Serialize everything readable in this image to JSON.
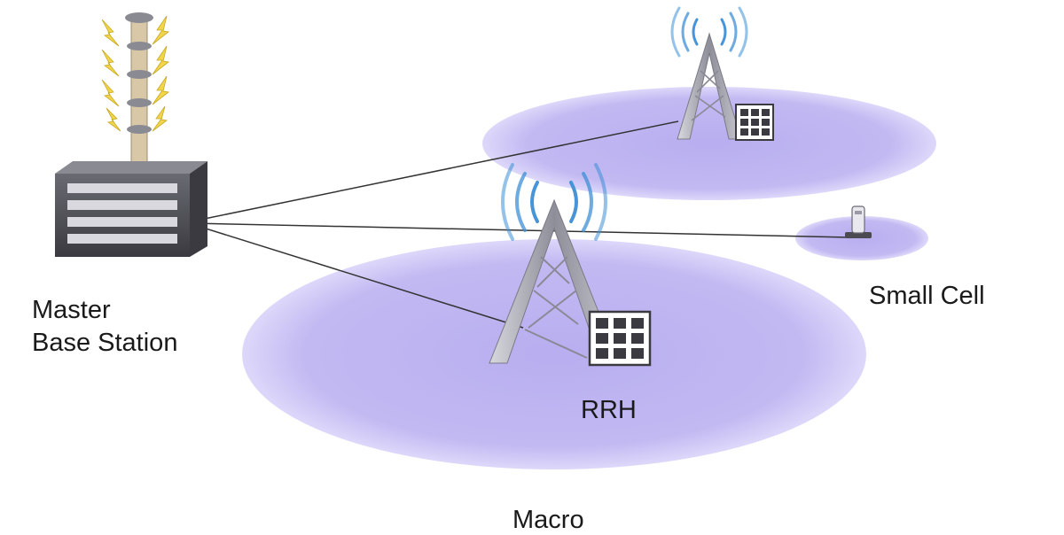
{
  "labels": {
    "master_base_station": [
      "Master",
      "Base Station"
    ],
    "small_cell": "Small Cell",
    "rrh": "RRH",
    "macro": "Macro"
  },
  "icons": {
    "master_base_station": "server-rack-with-antenna-icon",
    "rrh_tower": "cell-tower-icon",
    "building": "building-icon",
    "small_cell": "small-cell-device-icon",
    "signal": "radio-waves-icon"
  },
  "colors": {
    "coverage_fill": "#bdb3f0",
    "coverage_edge": "#d8d2f8",
    "tower": "#9a9aa6",
    "waves": "#3d8fd6",
    "link": "#333333",
    "server": "#4a4a50",
    "lightning": "#f1d64b"
  }
}
